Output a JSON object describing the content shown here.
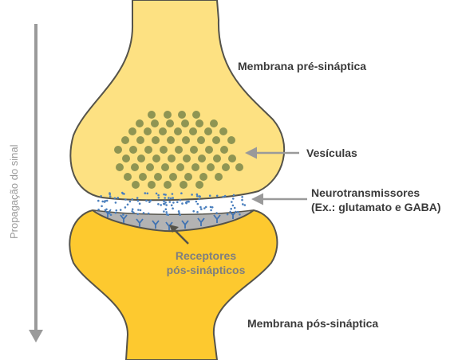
{
  "labels": {
    "signal": "Propagação do sinal",
    "pre_membrane": "Membrana pré-sináptica",
    "vesicles": "Vesículas",
    "neurotransmitters_line1": "Neurotransmissores",
    "neurotransmitters_line2": "(Ex.: glutamato e GABA)",
    "receptors_line1": "Receptores",
    "receptors_line2": "pós-sinápticos",
    "post_membrane": "Membrana pós-sináptica"
  },
  "colors": {
    "pre_fill": "#fde182",
    "post_fill": "#fdc92f",
    "outline": "#55534a",
    "vesicle": "#8f9553",
    "transmitter_dot": "#4a7fbd",
    "receptor": "#3f72b2",
    "cleft_gray": "#b3b3b3",
    "arrow_gray": "#9a9a9a",
    "signal_arrow": "#9a9a9a"
  },
  "icons": {
    "vesicle": "circle",
    "neurotransmitter": "dot",
    "receptor": "y-shape"
  }
}
